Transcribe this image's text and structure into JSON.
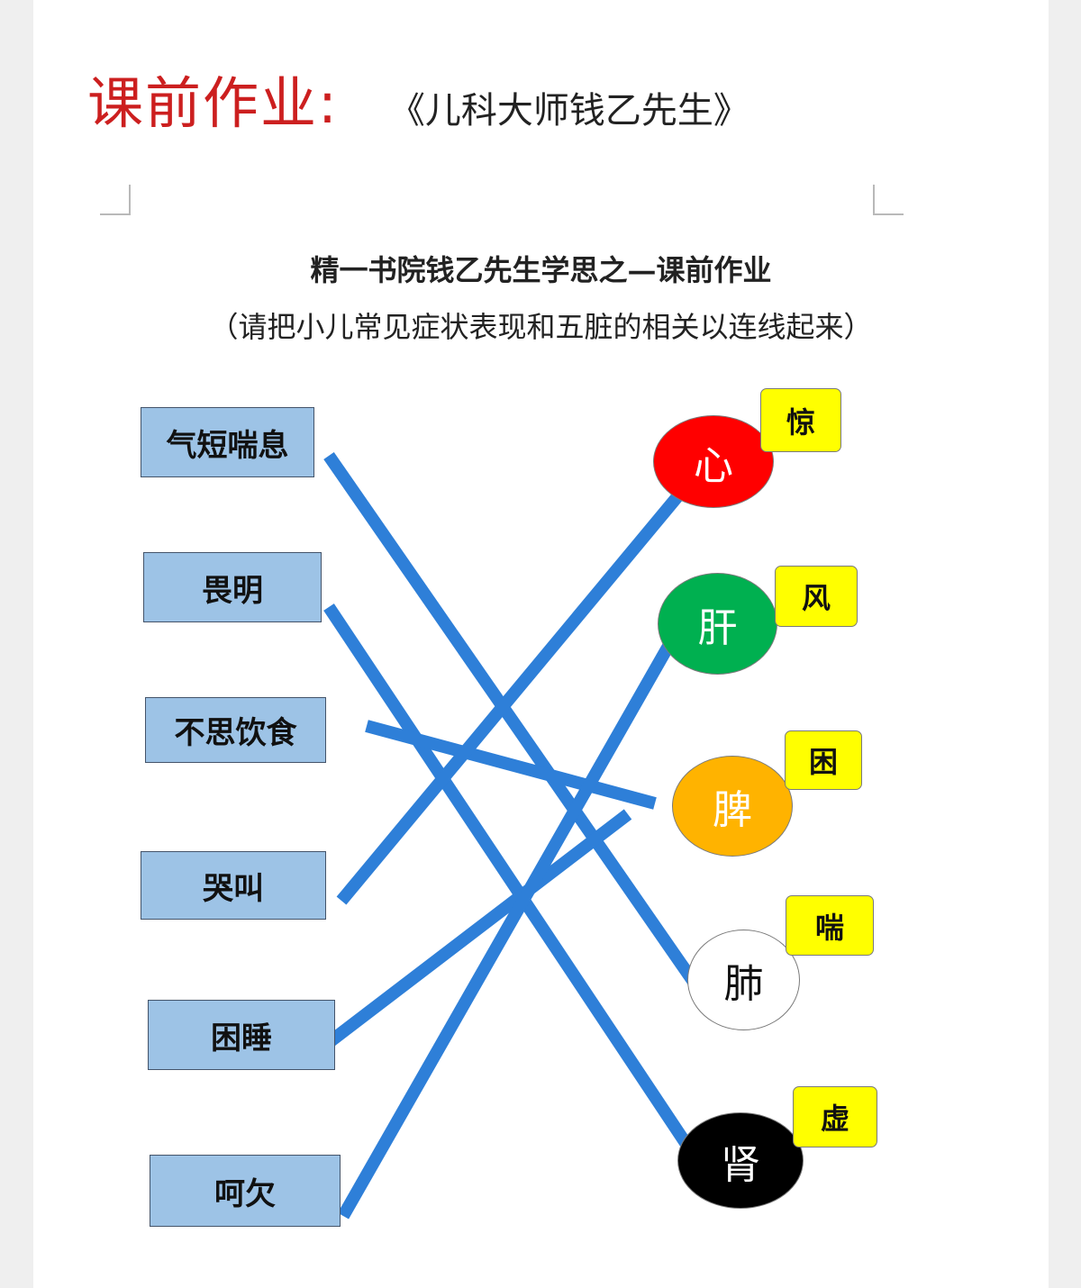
{
  "heading": {
    "label": "课前作业:",
    "book": "《儿科大师钱乙先生》"
  },
  "document": {
    "title": "精一书院钱乙先生学思之—课前作业",
    "subtitle": "（请把小儿常见症状表现和五脏的相关以连线起来）"
  },
  "symptoms": [
    {
      "id": "s1",
      "label": "气短喘息"
    },
    {
      "id": "s2",
      "label": "畏明"
    },
    {
      "id": "s3",
      "label": "不思饮食"
    },
    {
      "id": "s4",
      "label": "哭叫"
    },
    {
      "id": "s5",
      "label": "困睡"
    },
    {
      "id": "s6",
      "label": "呵欠"
    }
  ],
  "organs": [
    {
      "id": "o1",
      "label": "心",
      "tag": "惊",
      "fill": "#ff0000",
      "text_color": "#ffffff"
    },
    {
      "id": "o2",
      "label": "肝",
      "tag": "风",
      "fill": "#00b050",
      "text_color": "#ffffff"
    },
    {
      "id": "o3",
      "label": "脾",
      "tag": "困",
      "fill": "#ffb300",
      "text_color": "#ffffff"
    },
    {
      "id": "o4",
      "label": "肺",
      "tag": "喘",
      "fill": "#ffffff",
      "text_color": "#111111"
    },
    {
      "id": "o5",
      "label": "肾",
      "tag": "虚",
      "fill": "#000000",
      "text_color": "#ffffff"
    }
  ],
  "connections": [
    {
      "from": "s1",
      "to": "o4"
    },
    {
      "from": "s2",
      "to": "o5"
    },
    {
      "from": "s3",
      "to": "o3"
    },
    {
      "from": "s4",
      "to": "o1"
    },
    {
      "from": "s5",
      "to": "o3"
    },
    {
      "from": "s6",
      "to": "o2"
    }
  ],
  "colors": {
    "line": "#2e7fd8",
    "box_fill": "#9dc3e6",
    "tag_fill": "#ffff00",
    "heading_red": "#cc1f1f"
  }
}
